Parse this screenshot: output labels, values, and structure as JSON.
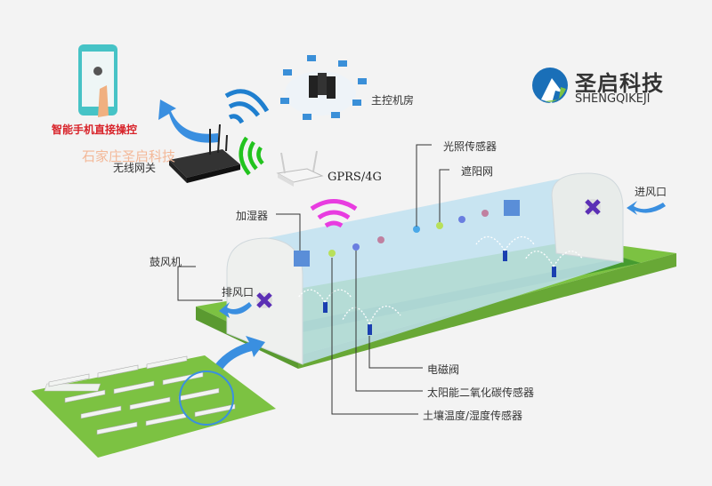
{
  "phone_label": "智能手机直接操控",
  "watermark": "石家庄圣启科技",
  "gateway_label": "无线网关",
  "gprs_label": "GPRS/4G",
  "control_room_label": "主控机房",
  "brand": {
    "name": "圣启科技",
    "pinyin": "SHENGQIKEJI"
  },
  "callouts": {
    "light_sensor": "光照传感器",
    "shade_net": "遮阳网",
    "air_inlet": "进风口",
    "humidifier": "加湿器",
    "blower": "鼓风机",
    "exhaust": "排风口",
    "solenoid_valve": "电磁阀",
    "co2_sensor": "太阳能二氧化碳传感器",
    "soil_sensor": "土壤温度/湿度传感器"
  },
  "colors": {
    "wifi_blue": "#1f7fcf",
    "wifi_green": "#22c31e",
    "wifi_magenta": "#e83ce0",
    "grass": "#7cc242",
    "tunnel": "#bfe0f0"
  }
}
